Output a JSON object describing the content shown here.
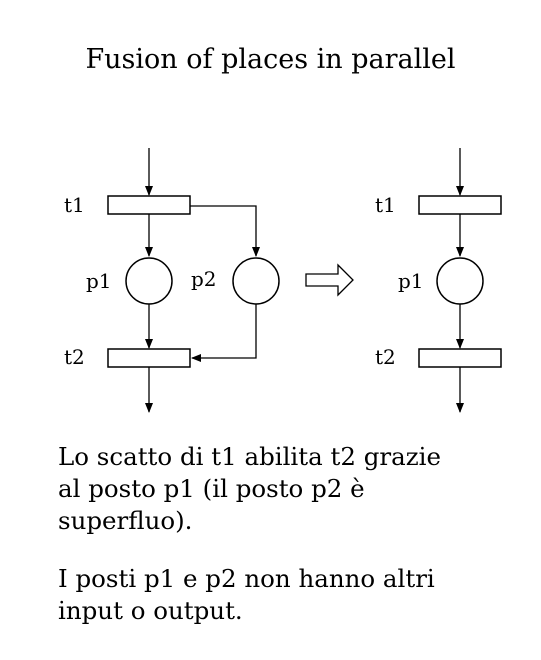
{
  "title": "Fusion of places in parallel",
  "left_net": {
    "t1": "t1",
    "t2": "t2",
    "p1": "p1",
    "p2": "p2"
  },
  "right_net": {
    "t1": "t1",
    "t2": "t2",
    "p1": "p1"
  },
  "text": {
    "p1_line1": "Lo scatto di t1 abilita t2 grazie",
    "p1_line2": "al posto p1 (il posto p2 è",
    "p1_line3": "superfluo).",
    "p2_line1": "I posti p1 e p2 non hanno altri",
    "p2_line2": "input o output."
  }
}
